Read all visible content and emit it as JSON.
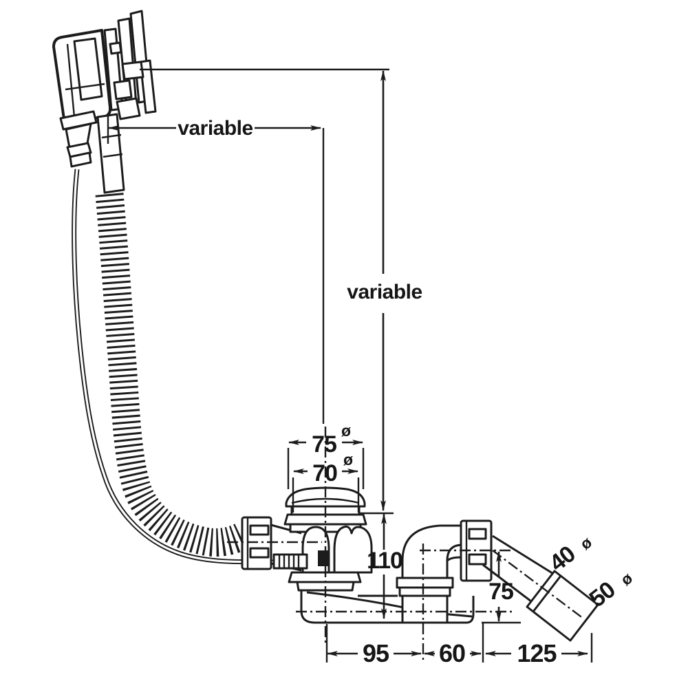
{
  "diagram": {
    "type": "technical-drawing",
    "subject": "Bath waste and overflow fitting with dimensions",
    "line_color": "#1c1c1c",
    "background": "#ffffff",
    "labels": {
      "overflow_horizontal_offset": "variable",
      "overflow_vertical_offset": "variable",
      "plug_cap_outer_dia": "75",
      "plug_cap_inner_dia": "70",
      "waste_height": "110",
      "outlet_centre_height": "75",
      "waste_to_elbow": "95",
      "elbow_to_outlet": "60",
      "outlet_length": "125",
      "pipe_dia": "40",
      "sleeve_dia": "50",
      "dia_symbol": "ø"
    }
  }
}
